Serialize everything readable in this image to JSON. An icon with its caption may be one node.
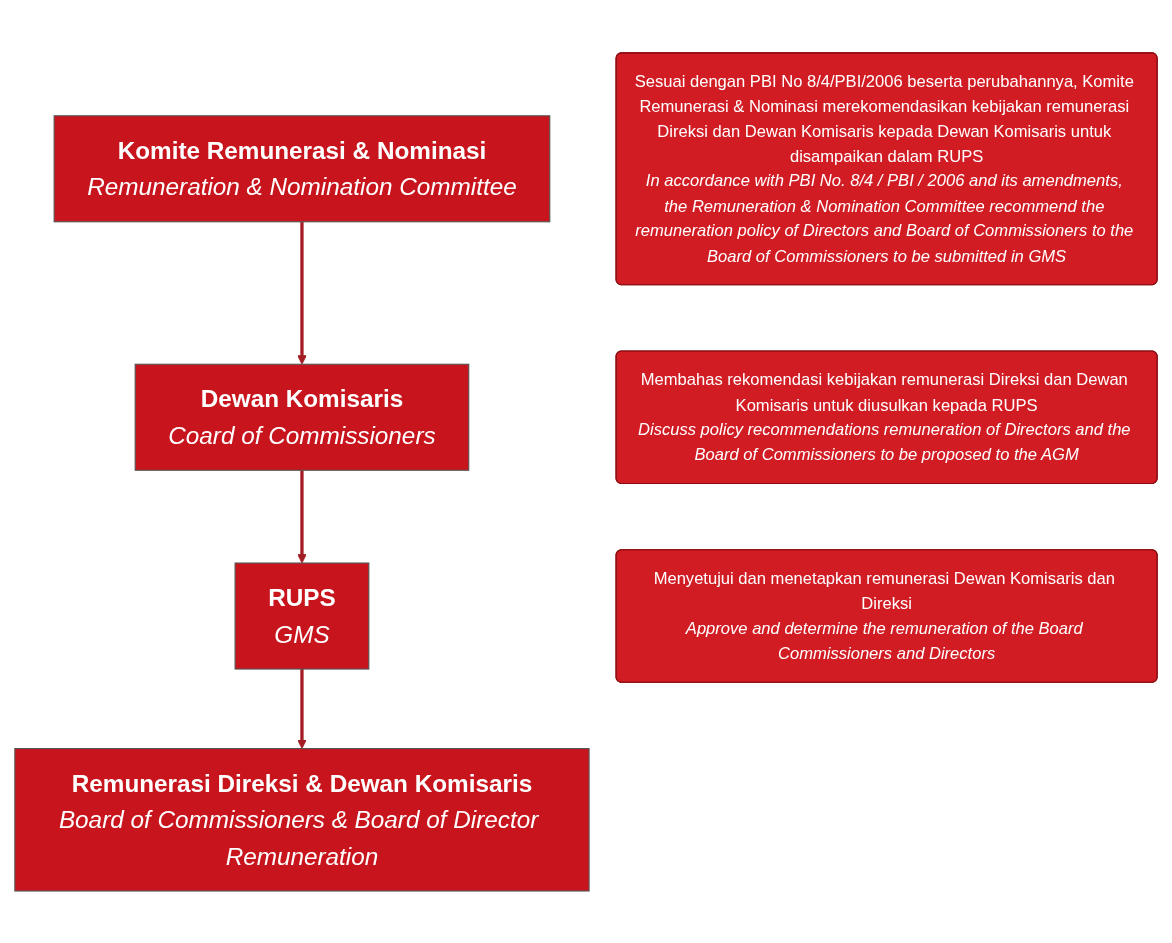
{
  "diagram": {
    "nodes": [
      {
        "text": [
          "Komite Remunerasi & Nominasi",
          "Remuneration & Nomination Committee"
        ]
      },
      {
        "text": [
          "Dewan Komisaris",
          "Coard of Commissioners"
        ]
      },
      {
        "text": [
          "RUPS",
          "GMS"
        ]
      },
      {
        "text": [
          "Remunerasi Direksi & Dewan Komisaris",
          "Board of Commissioners & Board of Director Remuneration"
        ]
      },
      {
        "text": [
          "Sesuai dengan PBI No 8/4/PBI/2006 beserta perubahannya, Komite Remunerasi & Nominasi merekomendasikan kebijakan remunerasi Direksi dan Dewan Komisaris kepada Dewan Komisaris untuk disampaikan dalam RUPS",
          "In accordance with PBI No. 8/4 / PBI / 2006 and its amendments, the Remuneration & Nomination Committee recommend the remuneration policy of Directors and Board of Commissioners to the Board of Commissioners to be submitted in GMS"
        ]
      },
      {
        "text": [
          "Membahas rekomendasi kebijakan remunerasi Direksi dan Dewan Komisaris untuk diusulkan kepada RUPS",
          "Discuss policy recommendations remuneration of Directors and the Board of Commissioners to be proposed to the AGM"
        ]
      },
      {
        "text": [
          "Menyetujui dan menetapkan remunerasi Dewan Komisaris dan Direksi",
          "Approve and determine the remuneration of the Board Commissioners and Directors"
        ]
      }
    ],
    "edges": [
      {
        "from": 0,
        "to": 1,
        "arrow": "to"
      },
      {
        "from": 1,
        "to": 2,
        "arrow": "to"
      },
      {
        "from": 2,
        "to": 3,
        "arrow": "to"
      }
    ]
  }
}
